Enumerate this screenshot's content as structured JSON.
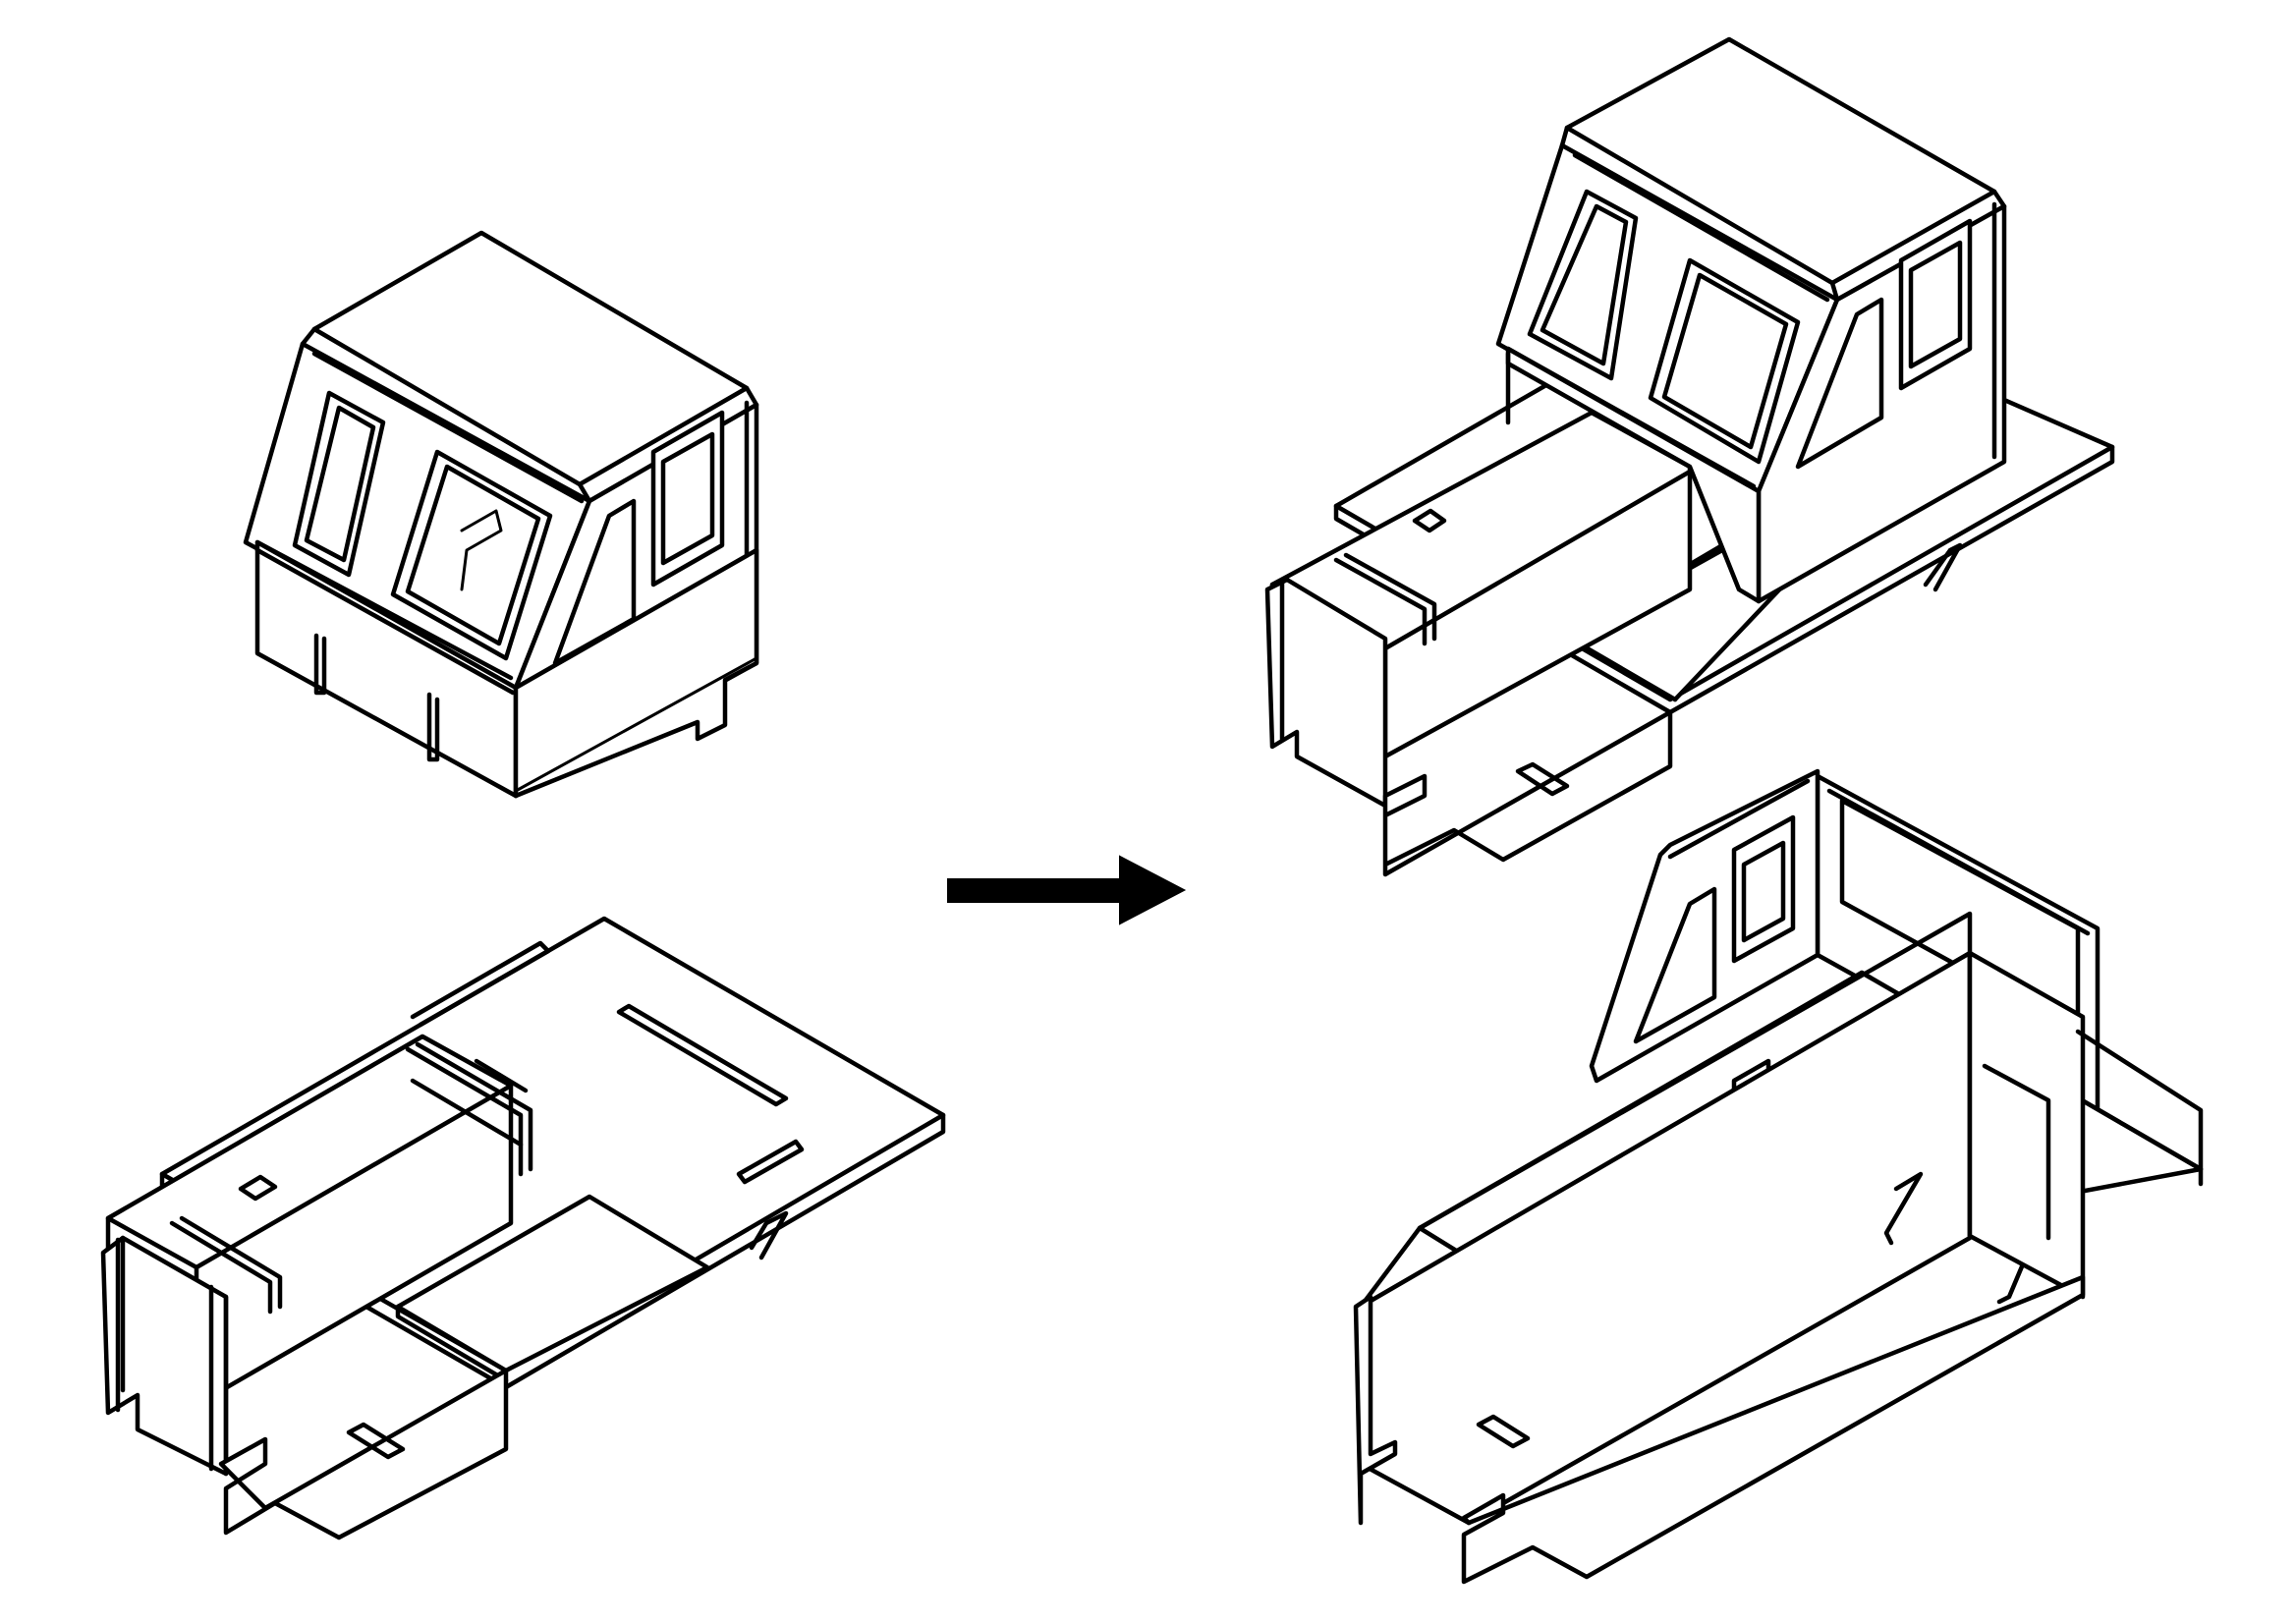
{
  "diagram": {
    "type": "assembly-instruction",
    "steps": [
      {
        "parts": [
          "cab",
          "chassis-base"
        ],
        "state": "separate"
      },
      {
        "parts": [
          "cab-on-base",
          "rear-body-frame"
        ],
        "state": "assembled-cab, next-part-shown"
      }
    ],
    "arrow_direction": "right",
    "line_color": "#000000",
    "background": "#ffffff"
  }
}
